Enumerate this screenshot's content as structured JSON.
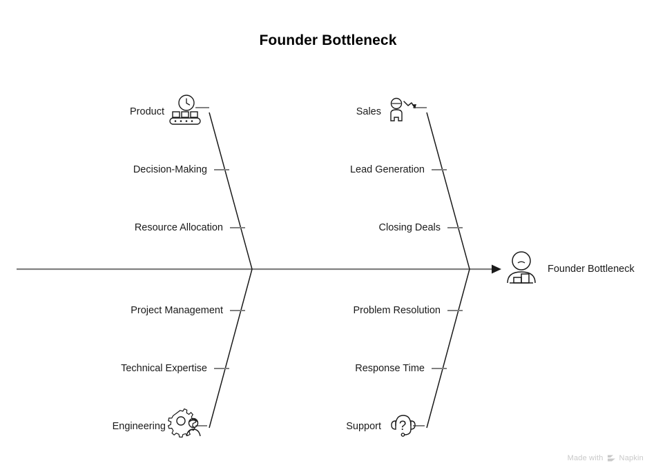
{
  "diagram": {
    "type": "fishbone",
    "title": "Founder Bottleneck",
    "effect": {
      "label": "Founder Bottleneck",
      "icon": "overloaded-founder-icon"
    },
    "categories": [
      {
        "name": "Product",
        "icon": "conveyor-belt-clock-icon",
        "position": "upper-left",
        "causes": [
          {
            "label": "Decision-Making"
          },
          {
            "label": "Resource Allocation"
          }
        ]
      },
      {
        "name": "Sales",
        "icon": "declining-sales-person-icon",
        "position": "upper-right",
        "causes": [
          {
            "label": "Lead Generation"
          },
          {
            "label": "Closing Deals"
          }
        ]
      },
      {
        "name": "Engineering",
        "icon": "gear-engineer-icon",
        "position": "lower-left",
        "causes": [
          {
            "label": "Project Management"
          },
          {
            "label": "Technical Expertise"
          }
        ]
      },
      {
        "name": "Support",
        "icon": "headset-question-icon",
        "position": "lower-right",
        "causes": [
          {
            "label": "Problem Resolution"
          },
          {
            "label": "Response Time"
          }
        ]
      }
    ]
  },
  "watermark": {
    "text_before": "Made with",
    "brand": "Napkin",
    "icon": "napkin-logo-icon"
  },
  "colors": {
    "spine": "#808080",
    "bone": "#1a1a1a",
    "tick": "#808080",
    "text": "#1a1a1a",
    "title": "#000000",
    "watermark": "#c9c9c9",
    "background": "#ffffff"
  }
}
